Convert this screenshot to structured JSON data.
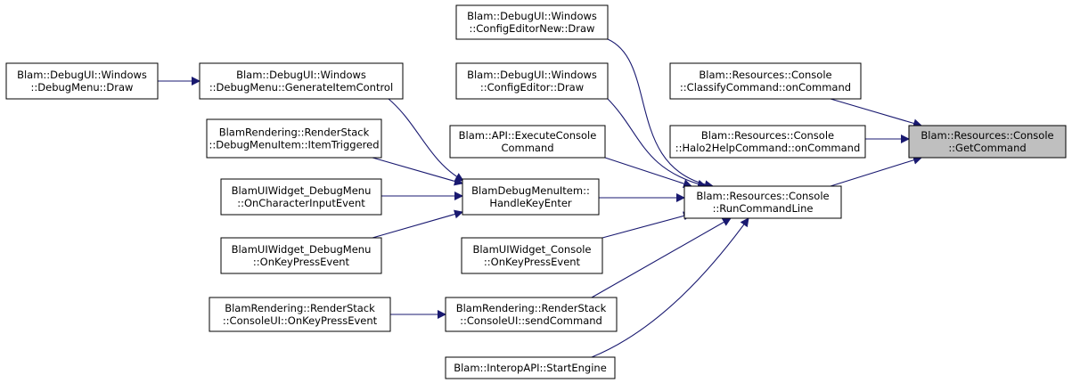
{
  "colors": {
    "edge": "#191970",
    "highlight_fill": "#bfbfbf",
    "node_fill": "#ffffff",
    "node_stroke": "#000000"
  },
  "nodes": [
    {
      "id": "getcommand",
      "lines": [
        "Blam::Resources::Console",
        "::GetCommand"
      ],
      "highlight": true
    },
    {
      "id": "classify",
      "lines": [
        "Blam::Resources::Console",
        "::ClassifyCommand::onCommand"
      ]
    },
    {
      "id": "halo2help",
      "lines": [
        "Blam::Resources::Console",
        "::Halo2HelpCommand::onCommand"
      ]
    },
    {
      "id": "runcmd",
      "lines": [
        "Blam::Resources::Console",
        "::RunCommandLine"
      ]
    },
    {
      "id": "cfgnew",
      "lines": [
        "Blam::DebugUI::Windows",
        "::ConfigEditorNew::Draw"
      ]
    },
    {
      "id": "cfg",
      "lines": [
        "Blam::DebugUI::Windows",
        "::ConfigEditor::Draw"
      ]
    },
    {
      "id": "apiexec",
      "lines": [
        "Blam::API::ExecuteConsole",
        "Command"
      ]
    },
    {
      "id": "widgetconsole",
      "lines": [
        "BlamUIWidget_Console",
        "::OnKeyPressEvent"
      ]
    },
    {
      "id": "sendcmd",
      "lines": [
        "BlamRendering::RenderStack",
        "::ConsoleUI::sendCommand"
      ]
    },
    {
      "id": "startengine",
      "lines": [
        "Blam::InteropAPI::StartEngine"
      ]
    },
    {
      "id": "handlekey",
      "lines": [
        "BlamDebugMenuItem::",
        "HandleKeyEnter"
      ]
    },
    {
      "id": "genitem",
      "lines": [
        "Blam::DebugUI::Windows",
        "::DebugMenu::GenerateItemControl"
      ]
    },
    {
      "id": "debugmenudraw",
      "lines": [
        "Blam::DebugUI::Windows",
        "::DebugMenu::Draw"
      ]
    },
    {
      "id": "itemtriggered",
      "lines": [
        "BlamRendering::RenderStack",
        "::DebugMenuItem::ItemTriggered"
      ]
    },
    {
      "id": "oncharinput",
      "lines": [
        "BlamUIWidget_DebugMenu",
        "::OnCharacterInputEvent"
      ]
    },
    {
      "id": "onkeypress",
      "lines": [
        "BlamUIWidget_DebugMenu",
        "::OnKeyPressEvent"
      ]
    },
    {
      "id": "consoleuikey",
      "lines": [
        "BlamRendering::RenderStack",
        "::ConsoleUI::OnKeyPressEvent"
      ]
    }
  ],
  "edges": [
    {
      "from": "classify",
      "to": "getcommand"
    },
    {
      "from": "halo2help",
      "to": "getcommand"
    },
    {
      "from": "runcmd",
      "to": "getcommand"
    },
    {
      "from": "cfgnew",
      "to": "runcmd"
    },
    {
      "from": "cfg",
      "to": "runcmd"
    },
    {
      "from": "apiexec",
      "to": "runcmd"
    },
    {
      "from": "handlekey",
      "to": "runcmd"
    },
    {
      "from": "widgetconsole",
      "to": "runcmd"
    },
    {
      "from": "sendcmd",
      "to": "runcmd"
    },
    {
      "from": "startengine",
      "to": "runcmd"
    },
    {
      "from": "genitem",
      "to": "handlekey"
    },
    {
      "from": "itemtriggered",
      "to": "handlekey"
    },
    {
      "from": "oncharinput",
      "to": "handlekey"
    },
    {
      "from": "onkeypress",
      "to": "handlekey"
    },
    {
      "from": "debugmenudraw",
      "to": "genitem"
    },
    {
      "from": "consoleuikey",
      "to": "sendcmd"
    }
  ]
}
